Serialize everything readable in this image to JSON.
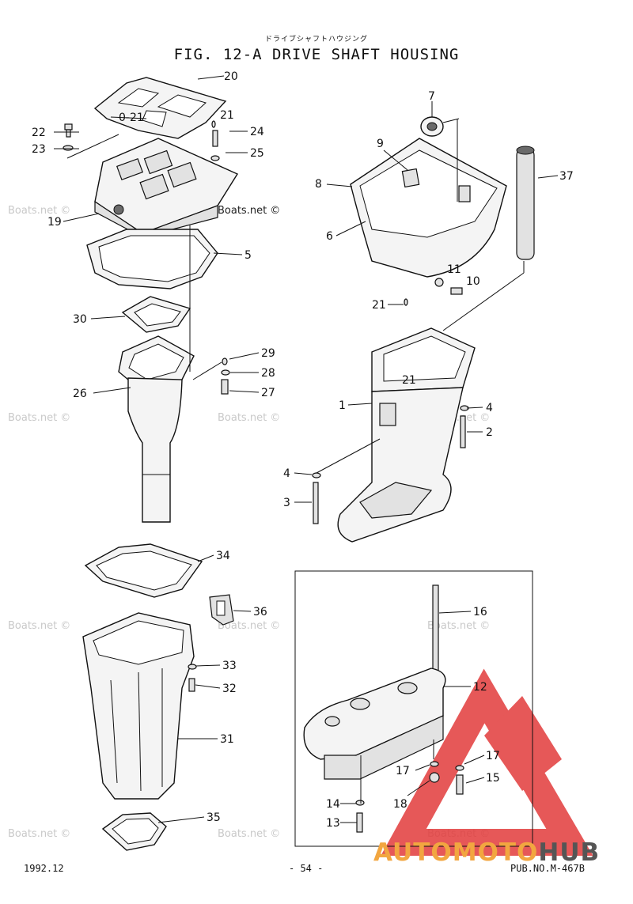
{
  "header": {
    "subtitle_jp": "ドライブシャフトハウジング",
    "title": "FIG. 12-A DRIVE SHAFT HOUSING"
  },
  "callouts": [
    "20",
    "0-21",
    "21",
    "22",
    "24",
    "23",
    "25",
    "19",
    "5",
    "30",
    "29",
    "28",
    "26",
    "27",
    "7",
    "9",
    "37",
    "8",
    "6",
    "11",
    "10",
    "21",
    "21",
    "4",
    "1",
    "2",
    "4",
    "3",
    "34",
    "36",
    "33",
    "32",
    "31",
    "35",
    "16",
    "12",
    "17",
    "17",
    "15",
    "14",
    "18",
    "13"
  ],
  "watermark": "Boats.net ©",
  "footer": {
    "date": "1992.12",
    "page": "- 54 -",
    "pub": "PUB.NO.M-467B"
  },
  "logo": {
    "part1": "AUTOMOTO",
    "part2": "HUB",
    "colors": {
      "triangle": "#e23b3b",
      "auto": "#f2a640",
      "hub": "#555555"
    }
  }
}
